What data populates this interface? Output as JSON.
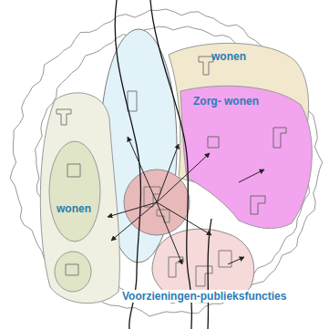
{
  "diagram": {
    "nodes": [
      {
        "text": [
          "wonen"
        ]
      },
      {
        "text": [
          "Zorg- wonen"
        ]
      },
      {
        "text": [
          "wonen"
        ]
      }
    ],
    "labels": [
      "Voorzieningen-publieksfuncties"
    ]
  }
}
